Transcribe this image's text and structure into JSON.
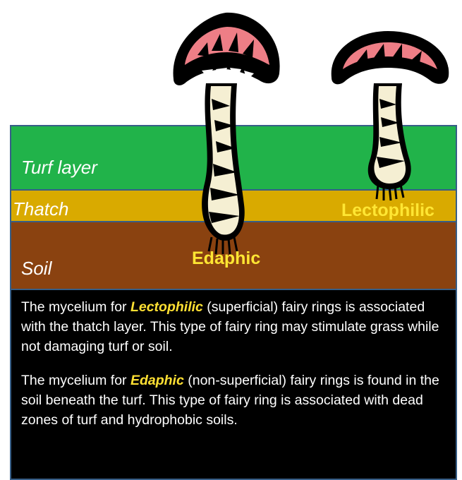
{
  "layers": {
    "turf": "Turf layer",
    "thatch": "Thatch",
    "soil": "Soil"
  },
  "mushroom_labels": {
    "lectophilic": "Lectophilic",
    "edaphic": "Edaphic"
  },
  "description": {
    "p1": {
      "before": "The  mycelium for ",
      "keyword": "Lectophilic",
      "after": " (superficial) fairy rings is associated with the thatch layer.  This type of fairy ring may stimulate grass while not damaging turf or soil."
    },
    "p2": {
      "before": "The mycelium for ",
      "keyword": "Edaphic",
      "after": " (non-superficial) fairy rings is found in the soil beneath the turf.   This type of fairy ring is associated with dead zones of turf and hydrophobic soils."
    }
  },
  "colors": {
    "turf": "#21b34a",
    "thatch": "#d9aa00",
    "soil": "#8a4210",
    "cap": "#ee7e86",
    "stem": "#f5efd3",
    "label": "#ffe633"
  }
}
